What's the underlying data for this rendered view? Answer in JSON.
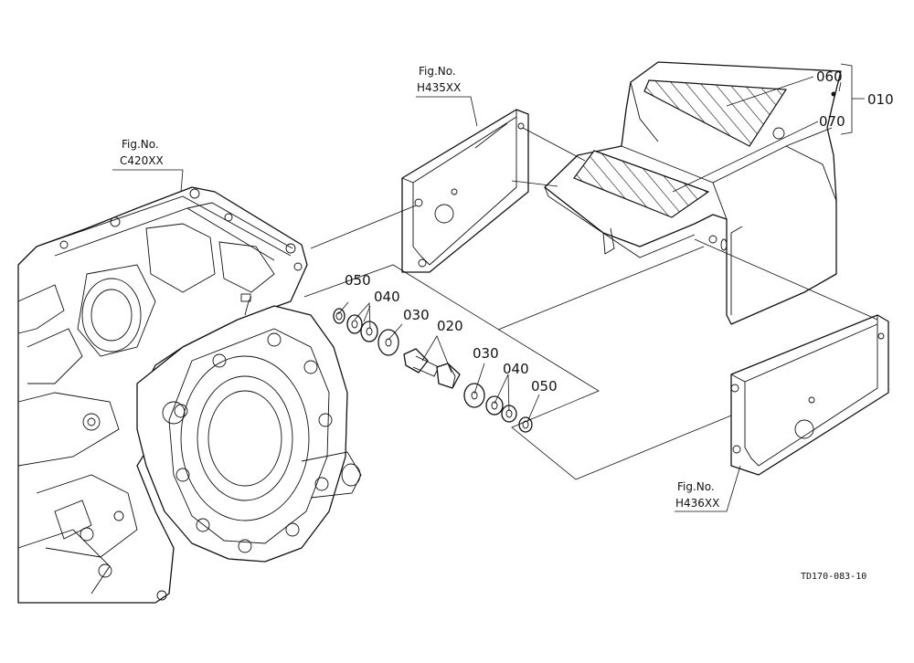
{
  "figure_refs": [
    {
      "title": "Fig.No.",
      "code": "C420XX"
    },
    {
      "title": "Fig.No.",
      "code": "H435XX"
    },
    {
      "title": "Fig.No.",
      "code": "H436XX"
    }
  ],
  "callouts": {
    "c010": "010",
    "c020": "020",
    "c030a": "030",
    "c030b": "030",
    "c040a": "040",
    "c040b": "040",
    "c050a": "050",
    "c050b": "050",
    "c060": "060",
    "c070": "070"
  },
  "drawing_id": "TD170-083-10"
}
